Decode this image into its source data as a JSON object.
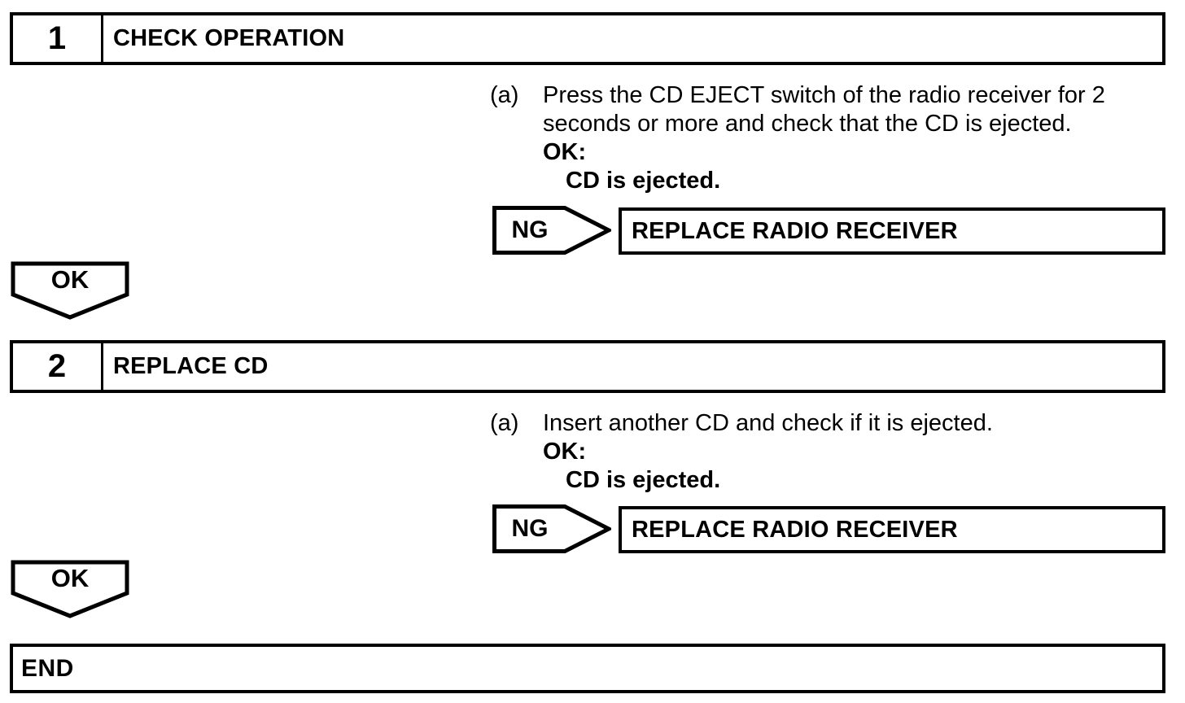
{
  "colors": {
    "ink": "#000000",
    "paper": "#ffffff"
  },
  "steps": [
    {
      "number": "1",
      "title": "CHECK OPERATION",
      "substep": {
        "label": "(a)",
        "text": "Press the CD EJECT switch of the radio receiver for 2 seconds or more and check that the CD is ejected.",
        "ok_label": "OK:",
        "ok_condition": "CD is ejected."
      },
      "ng_label": "NG",
      "ng_action": "REPLACE RADIO RECEIVER",
      "ok_connector_label": "OK"
    },
    {
      "number": "2",
      "title": "REPLACE CD",
      "substep": {
        "label": "(a)",
        "text": "Insert another CD and check if it is ejected.",
        "ok_label": "OK:",
        "ok_condition": "CD is ejected."
      },
      "ng_label": "NG",
      "ng_action": "REPLACE RADIO RECEIVER",
      "ok_connector_label": "OK"
    }
  ],
  "end_label": "END"
}
